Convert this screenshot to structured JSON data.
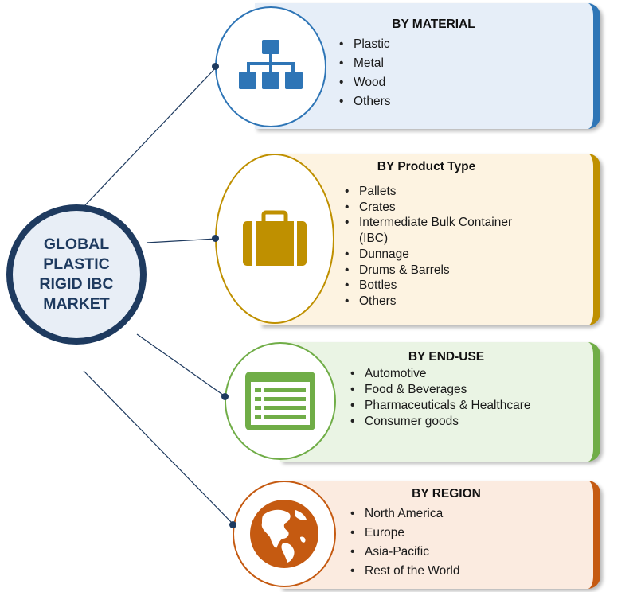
{
  "center": {
    "title": "GLOBAL PLASTIC RIGID IBC MARKET"
  },
  "segments": [
    {
      "title": "BY MATERIAL",
      "icon": "hierarchy-icon",
      "accent": "#2e75b6",
      "fill": "#e6eef8",
      "items": [
        "Plastic",
        "Metal",
        "Wood",
        "Others"
      ]
    },
    {
      "title": "BY Product Type",
      "icon": "briefcase-icon",
      "accent": "#bf9000",
      "fill": "#fdf3e1",
      "items": [
        "Pallets",
        "Crates",
        "Intermediate Bulk Container (IBC)",
        "Dunnage",
        "Drums & Barrels",
        "Bottles",
        "Others"
      ]
    },
    {
      "title": "BY END-USE",
      "icon": "form-list-icon",
      "accent": "#70ad47",
      "fill": "#eaf4e4",
      "items": [
        "Automotive",
        "Food & Beverages",
        "Pharmaceuticals & Healthcare",
        "Consumer goods"
      ]
    },
    {
      "title": "BY REGION",
      "icon": "globe-icon",
      "accent": "#c55a11",
      "fill": "#fbebe0",
      "items": [
        "North America",
        "Europe",
        "Asia-Pacific",
        "Rest of the World"
      ]
    }
  ]
}
